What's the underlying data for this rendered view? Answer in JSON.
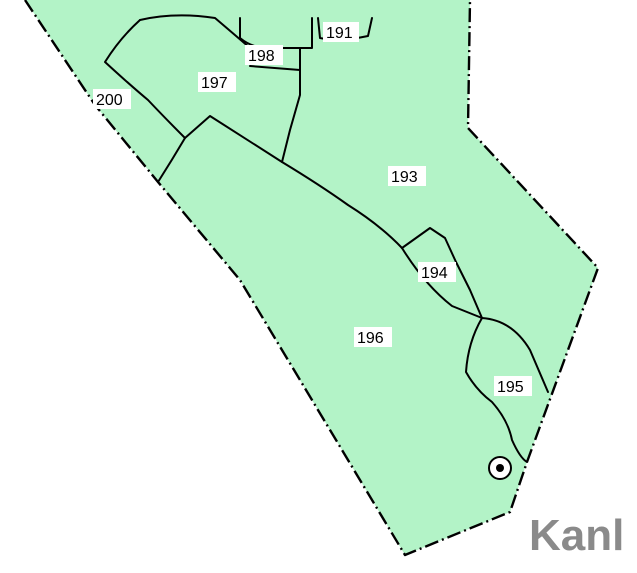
{
  "map": {
    "fill_color": "#b3f3c7",
    "line_color": "#000000",
    "parcels": [
      {
        "id": "191",
        "label": "191"
      },
      {
        "id": "193",
        "label": "193"
      },
      {
        "id": "194",
        "label": "194"
      },
      {
        "id": "195",
        "label": "195"
      },
      {
        "id": "196",
        "label": "196"
      },
      {
        "id": "197",
        "label": "197"
      },
      {
        "id": "198",
        "label": "198"
      },
      {
        "id": "200",
        "label": "200"
      }
    ],
    "place_name": "Kanl",
    "place_name_color": "#8a8a8a",
    "marker_icon": "target-point-icon"
  }
}
